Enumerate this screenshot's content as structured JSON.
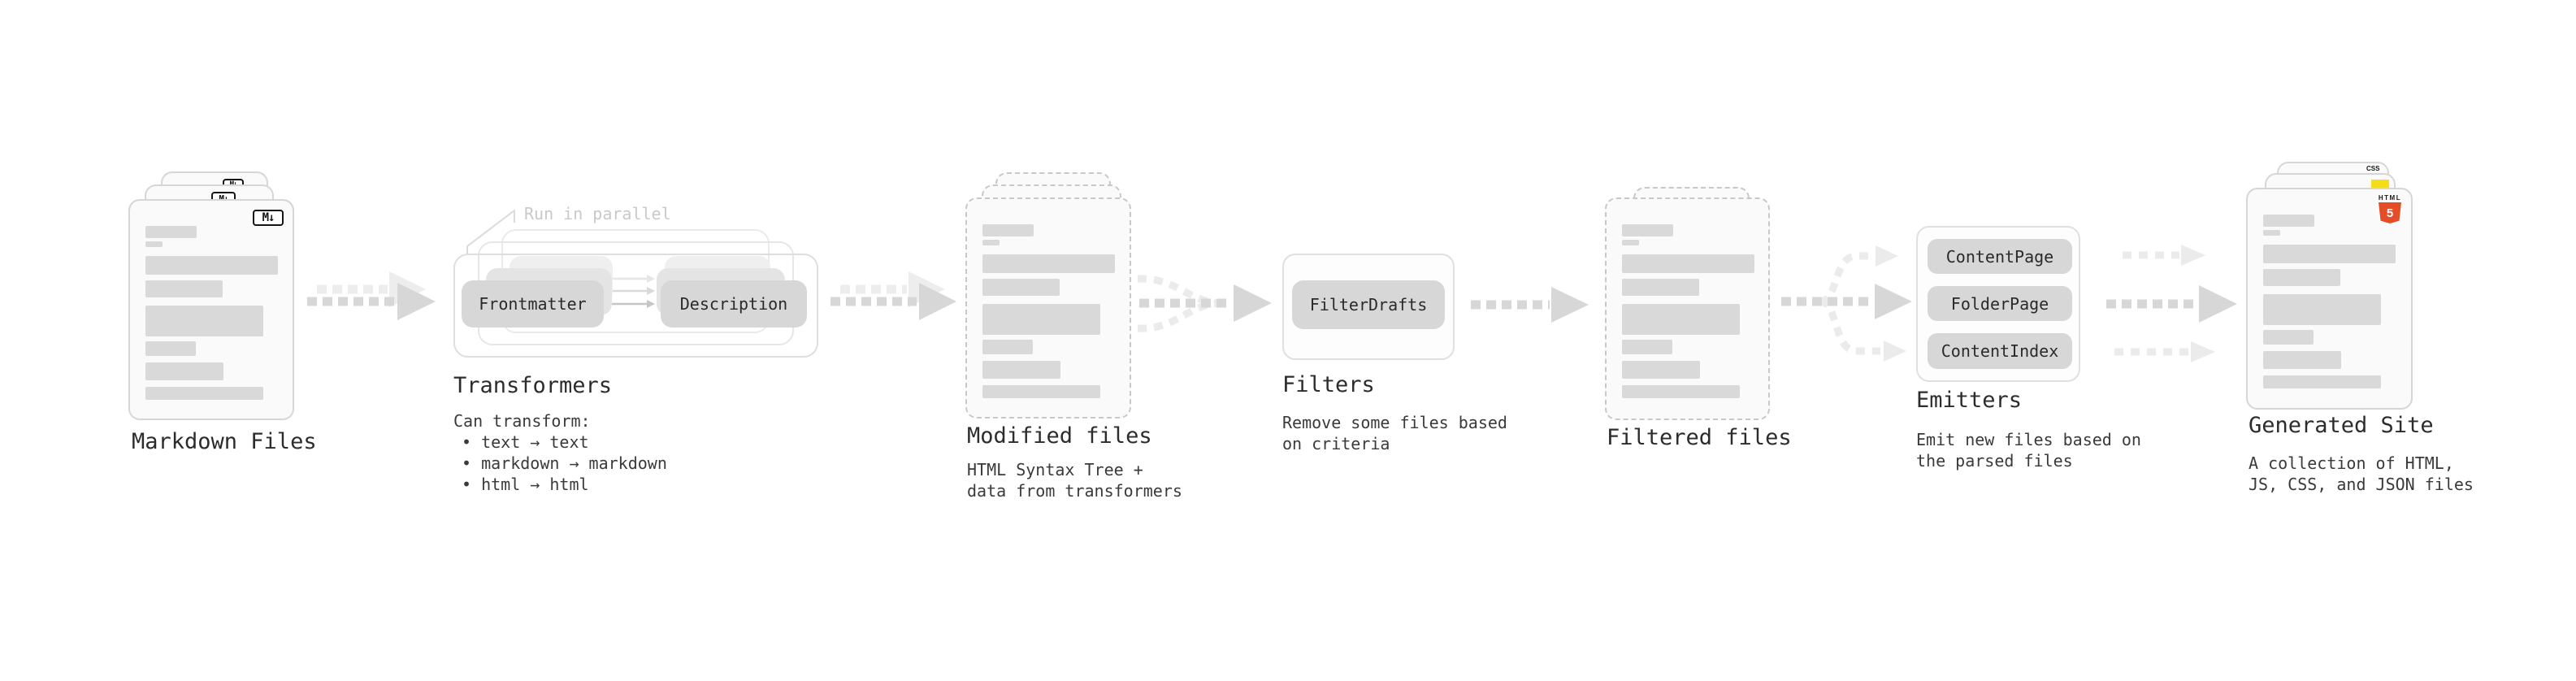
{
  "diagram": {
    "markdown": {
      "label": "Markdown Files",
      "badge": "M↓"
    },
    "transformers": {
      "label": "Transformers",
      "note": "Run in parallel",
      "input_pill": "Frontmatter",
      "output_pill": "Description",
      "desc_lines": [
        "Can transform:",
        "• text → text",
        "• markdown → markdown",
        "• html → html"
      ]
    },
    "modified": {
      "label": "Modified files",
      "desc_lines": [
        "HTML Syntax Tree +",
        "data from transformers"
      ]
    },
    "filters": {
      "label": "Filters",
      "pill": "FilterDrafts",
      "desc_lines": [
        "Remove some files based",
        "on criteria"
      ]
    },
    "filtered": {
      "label": "Filtered files"
    },
    "emitters": {
      "label": "Emitters",
      "pills": [
        "ContentPage",
        "FolderPage",
        "ContentIndex"
      ],
      "desc_lines": [
        "Emit new files based on",
        "the parsed files"
      ]
    },
    "generated": {
      "label": "Generated Site",
      "desc_lines": [
        "A collection of HTML,",
        "JS, CSS, and JSON files"
      ],
      "badges": {
        "html_top": "HTML",
        "html_num": "5",
        "css": "CSS"
      }
    }
  },
  "colors": {
    "html5_orange": "#e44d26",
    "js_yellow": "#f5de19",
    "css_blue": "#2862e9",
    "bar_gray": "#d9d9d9",
    "arrow_gray": "#d7d7d7",
    "ghost_arrow_gray": "#ededed",
    "note_gray": "#c9c9c9"
  }
}
